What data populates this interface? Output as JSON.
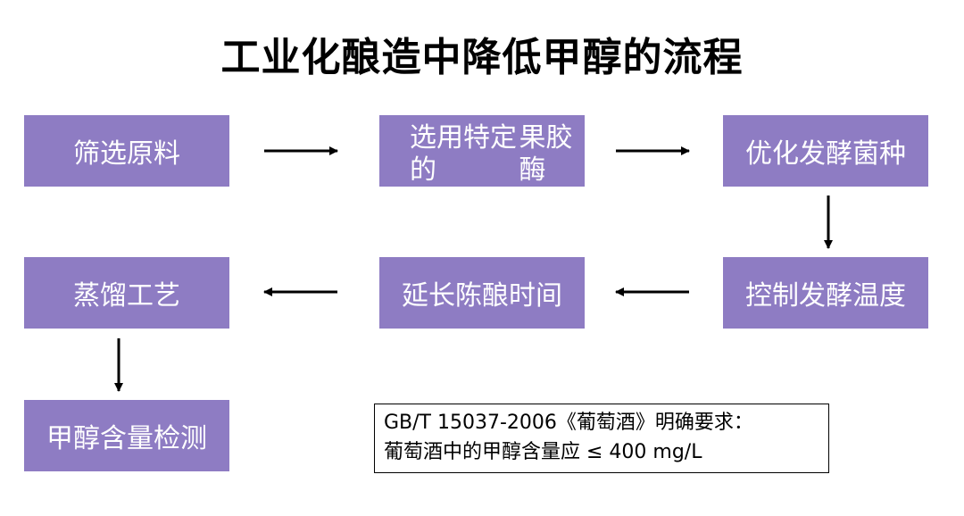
{
  "title": "工业化酿造中降低甲醇的流程",
  "steps": [
    {
      "id": "screen",
      "label": "筛选原料"
    },
    {
      "id": "enzyme",
      "lines": [
        "选用特定的",
        "果胶酶"
      ]
    },
    {
      "id": "yeast",
      "label": "优化发酵菌种"
    },
    {
      "id": "temperature",
      "label": "控制发酵温度"
    },
    {
      "id": "aging",
      "label": "延长陈酿时间"
    },
    {
      "id": "distill",
      "label": "蒸馏工艺"
    },
    {
      "id": "detect",
      "label": "甲醇含量检测"
    }
  ],
  "note": {
    "line1": "GB/T 15037-2006《葡萄酒》明确要求：",
    "line2": "葡萄酒中的甲醇含量应 ≤ 400 mg/L"
  },
  "colors": {
    "box_fill": "#8e7cc3",
    "box_text": "#ffffff",
    "arrow": "#000000"
  }
}
